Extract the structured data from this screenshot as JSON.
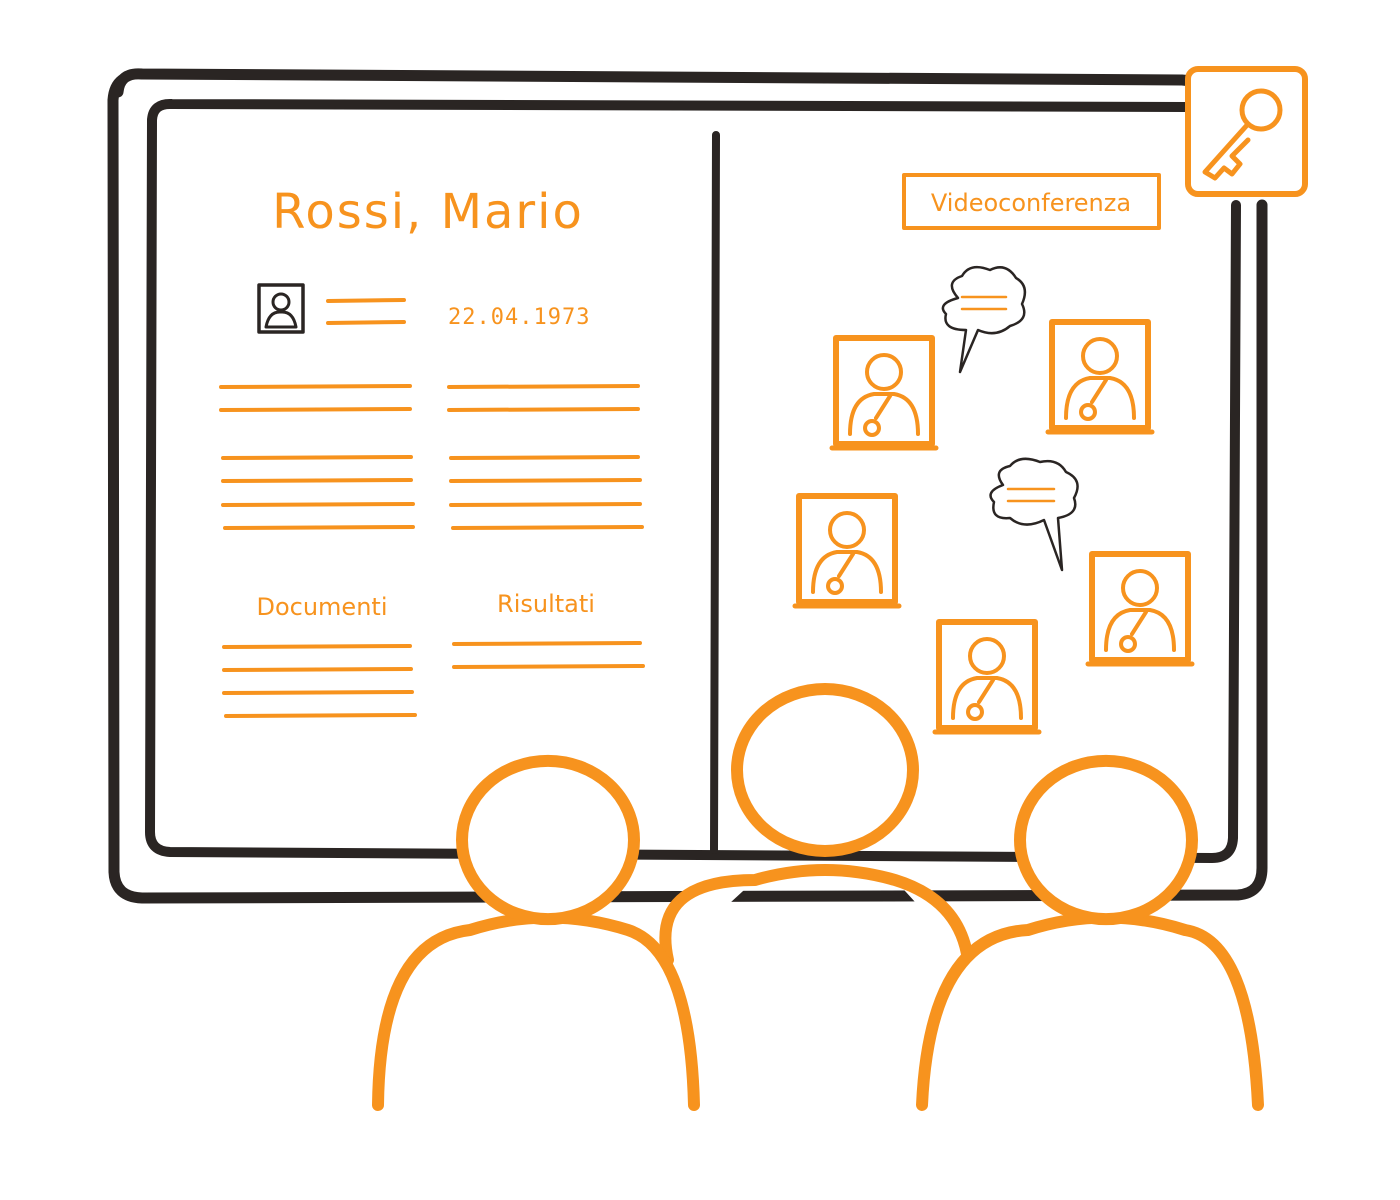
{
  "record": {
    "patient_name": "Rossi, Mario",
    "birth_date": "22.04.1973",
    "photo_icon": "id-photo-icon",
    "documents_label": "Documenti",
    "results_label": "Risultati"
  },
  "video": {
    "title": "Videoconferenza",
    "participant_icon": "doctor-avatar-icon",
    "bubble_icon": "speech-bubble-icon"
  },
  "security": {
    "icon": "key-icon"
  },
  "audience": {
    "icon": "person-icon"
  },
  "colors": {
    "accent": "#f7931e",
    "ink": "#2a2523",
    "background": "#ffffff"
  }
}
